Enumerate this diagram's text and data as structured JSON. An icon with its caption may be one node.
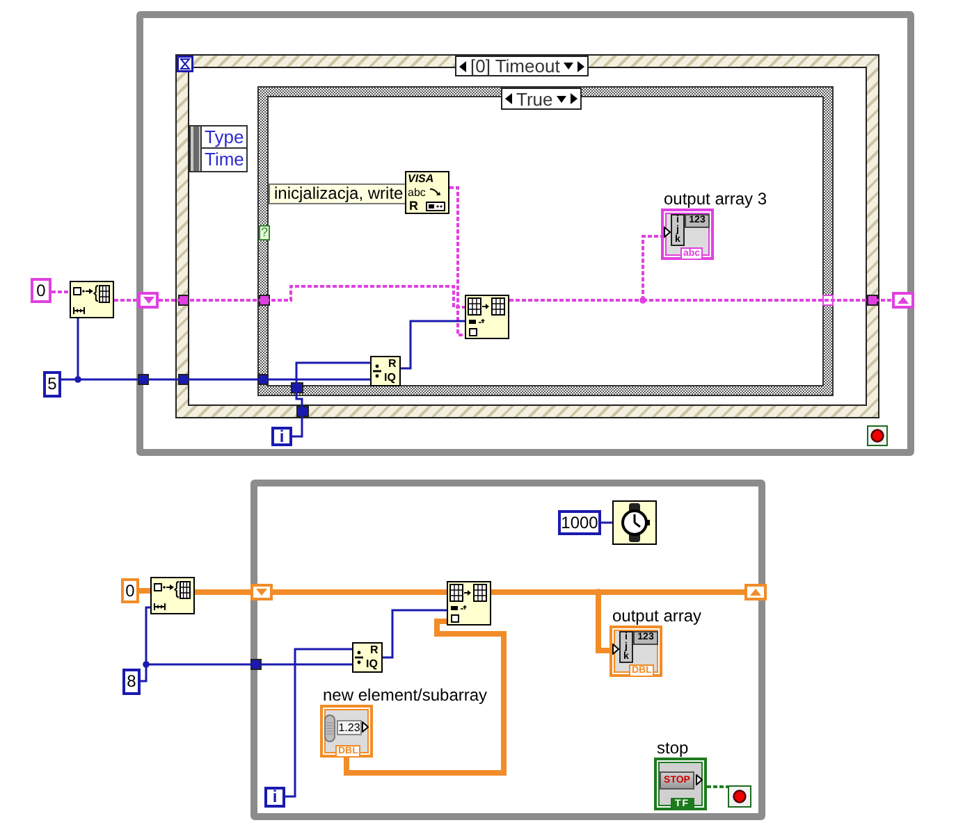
{
  "diagram": {
    "nodes": [
      {
        "text": [],
        "shape": "box"
      },
      {
        "text": [
          "[0] Timeout"
        ],
        "in": 0
      },
      {
        "text": [
          "Type",
          "Time"
        ],
        "in": 1
      },
      {
        "text": [
          "True"
        ],
        "in": 1
      },
      {
        "text": [
          "inicjalizacja, write"
        ],
        "in": 3
      },
      {
        "text": [
          "VISA",
          "abc",
          "R"
        ],
        "in": 3
      },
      {
        "text": [
          "output array 3",
          "i j k",
          "123",
          "abc"
        ],
        "in": 3
      },
      {
        "text": [
          "?"
        ],
        "in": 3
      },
      {
        "text": [
          "0"
        ]
      },
      {
        "text": [],
        "shape": "box"
      },
      {
        "text": [],
        "shape": "box",
        "in": 0
      },
      {
        "text": [],
        "shape": "box",
        "in": 3
      },
      {
        "text": [],
        "shape": "box",
        "in": 0
      },
      {
        "text": [
          "R",
          "IQ"
        ],
        "in": 3
      },
      {
        "text": [
          "5"
        ]
      },
      {
        "text": [
          "i"
        ],
        "in": 0
      },
      {
        "text": [],
        "shape": "box",
        "in": 0
      },
      {
        "text": [],
        "shape": "box"
      },
      {
        "text": [
          "1000"
        ],
        "in": 17
      },
      {
        "text": [],
        "shape": "box",
        "in": 17
      },
      {
        "text": [
          "0"
        ]
      },
      {
        "text": [],
        "shape": "box"
      },
      {
        "text": [],
        "shape": "box",
        "in": 17
      },
      {
        "text": [],
        "shape": "box",
        "in": 17
      },
      {
        "text": [],
        "shape": "box",
        "in": 17
      },
      {
        "text": [
          "output array",
          "i j k",
          "123",
          "DBL"
        ],
        "in": 17
      },
      {
        "text": [
          "R",
          "IQ"
        ],
        "in": 17
      },
      {
        "text": [
          "8"
        ]
      },
      {
        "text": [
          "new element/subarray",
          "1.23",
          "DBL"
        ],
        "in": 17
      },
      {
        "text": [
          "stop",
          "STOP",
          "TF"
        ],
        "in": 17
      },
      {
        "text": [],
        "shape": "box",
        "in": 17
      },
      {
        "text": [
          "i"
        ],
        "in": 17
      }
    ],
    "edges": [
      {
        "from": 8,
        "to": 9,
        "arrow": "none",
        "style": "dashed",
        "color": "#e040e0"
      },
      {
        "from": 14,
        "to": 9,
        "arrow": "none"
      },
      {
        "from": 9,
        "to": 10,
        "arrow": "none",
        "style": "dashed",
        "color": "#e040e0"
      },
      {
        "from": 10,
        "to": 11,
        "arrow": "none",
        "style": "dashed",
        "color": "#e040e0"
      },
      {
        "from": 5,
        "to": 11,
        "arrow": "none",
        "style": "dashed",
        "color": "#e040e0"
      },
      {
        "from": 14,
        "to": 13,
        "arrow": "none"
      },
      {
        "from": 15,
        "to": 13,
        "arrow": "none"
      },
      {
        "from": 13,
        "to": 11,
        "arrow": "none"
      },
      {
        "from": 11,
        "to": 12,
        "arrow": "none",
        "style": "dashed",
        "color": "#e040e0"
      },
      {
        "from": 11,
        "to": 6,
        "arrow": "none",
        "style": "dashed",
        "color": "#e040e0"
      },
      {
        "from": 18,
        "to": 19,
        "arrow": "none"
      },
      {
        "from": 20,
        "to": 21,
        "arrow": "none",
        "style": "thick",
        "color": "#f28c28"
      },
      {
        "from": 27,
        "to": 21,
        "arrow": "none"
      },
      {
        "from": 21,
        "to": 22,
        "arrow": "none",
        "style": "thick",
        "color": "#f28c28"
      },
      {
        "from": 22,
        "to": 23,
        "arrow": "none",
        "style": "thick",
        "color": "#f28c28"
      },
      {
        "from": 27,
        "to": 26,
        "arrow": "none"
      },
      {
        "from": 31,
        "to": 26,
        "arrow": "none"
      },
      {
        "from": 26,
        "to": 23,
        "arrow": "none"
      },
      {
        "from": 28,
        "to": 23,
        "arrow": "none",
        "style": "thick",
        "color": "#f28c28"
      },
      {
        "from": 23,
        "to": 24,
        "arrow": "none",
        "style": "thick",
        "color": "#f28c28"
      },
      {
        "from": 23,
        "to": 25,
        "arrow": "none",
        "style": "thick",
        "color": "#f28c28"
      },
      {
        "from": 29,
        "to": 30,
        "arrow": "none",
        "style": "dashed",
        "color": "#1f7f1f"
      }
    ]
  }
}
